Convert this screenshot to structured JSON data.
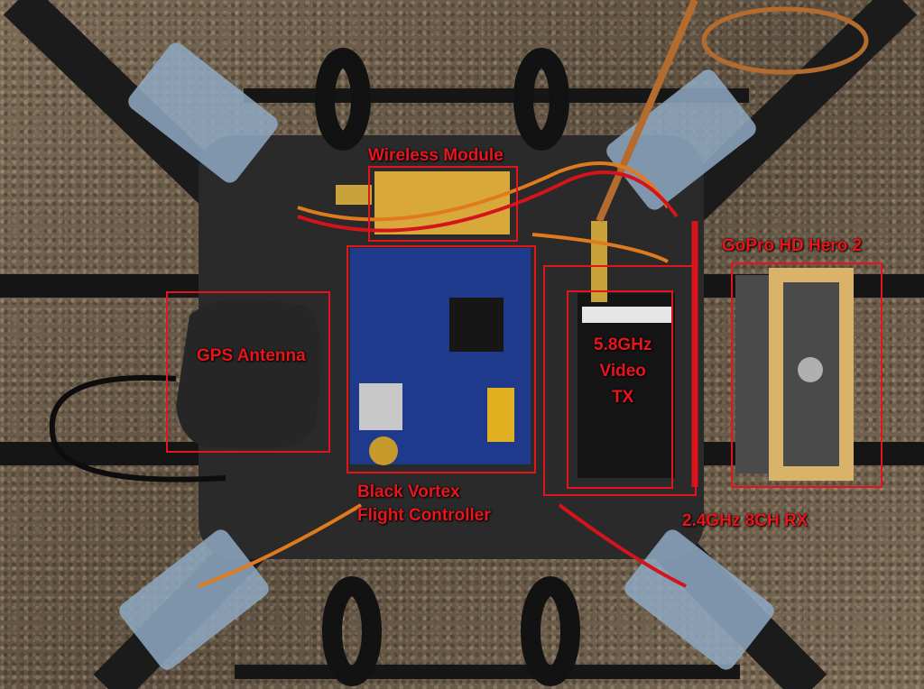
{
  "image": {
    "description_colors": {
      "label_color": "#e8151b",
      "board_blue": "#1f3a8c",
      "frame_black": "#1b1b1b",
      "gps_module": "#262626",
      "wood_mount": "#d9b36a"
    },
    "labels": {
      "wireless_module": "Wireless Module",
      "gopro": "GoPro HD Hero 2",
      "gps_antenna": "GPS Antenna",
      "video_tx_line1": "5.8GHz",
      "video_tx_line2": "Video",
      "video_tx_line3": "TX",
      "flight_controller_line1": "Black Vortex",
      "flight_controller_line2": "Flight Controller",
      "rx": "2.4GHz 8CH RX"
    }
  }
}
